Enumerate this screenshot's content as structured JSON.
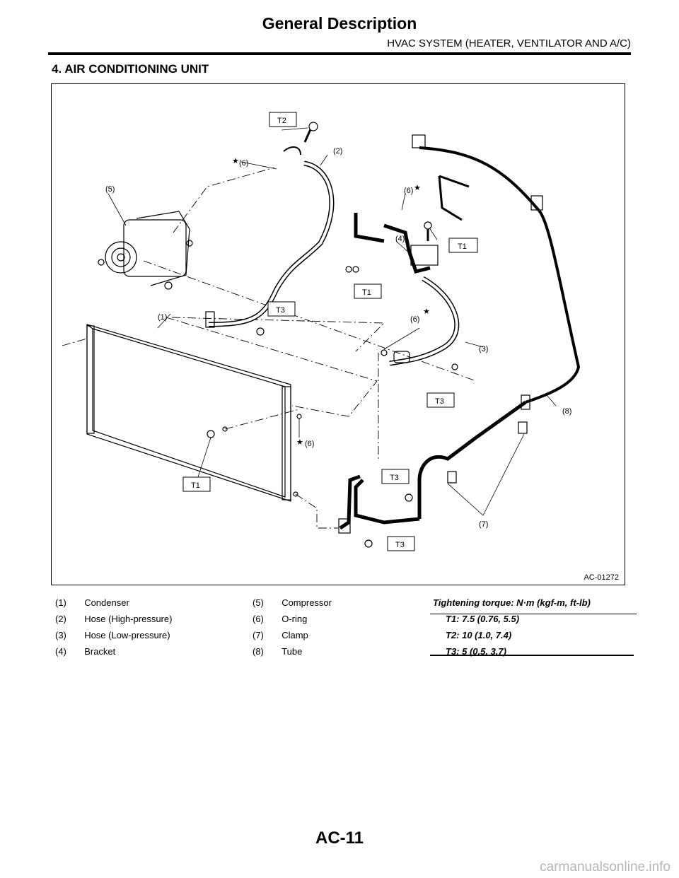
{
  "header": {
    "title": "General Description",
    "subtitle": "HVAC SYSTEM (HEATER, VENTILATOR AND A/C)"
  },
  "section": {
    "title": "4. AIR CONDITIONING UNIT"
  },
  "figure": {
    "id": "AC-01272",
    "callouts": {
      "c1": "(1)",
      "c2": "(2)",
      "c3": "(3)",
      "c4": "(4)",
      "c5": "(5)",
      "c6": "(6)",
      "c7": "(7)",
      "c8": "(8)"
    },
    "torque_tags": {
      "t1": "T1",
      "t2": "T2",
      "t3": "T3"
    }
  },
  "legend": {
    "parts_left": [
      {
        "num": "(1)",
        "name": "Condenser"
      },
      {
        "num": "(2)",
        "name": "Hose (High-pressure)"
      },
      {
        "num": "(3)",
        "name": "Hose (Low-pressure)"
      },
      {
        "num": "(4)",
        "name": "Bracket"
      }
    ],
    "parts_right": [
      {
        "num": "(5)",
        "name": "Compressor"
      },
      {
        "num": "(6)",
        "name": "O-ring"
      },
      {
        "num": "(7)",
        "name": "Clamp"
      },
      {
        "num": "(8)",
        "name": "Tube"
      }
    ],
    "torque_heading": "Tightening torque: N·m (kgf-m, ft-lb)",
    "torque_values": [
      "T1: 7.5 (0.76, 5.5)",
      "T2: 10 (1.0, 7.4)",
      "T3: 5 (0.5, 3.7)"
    ]
  },
  "footer": {
    "page_code": "AC-11",
    "watermark": "carmanualsonline.info"
  }
}
